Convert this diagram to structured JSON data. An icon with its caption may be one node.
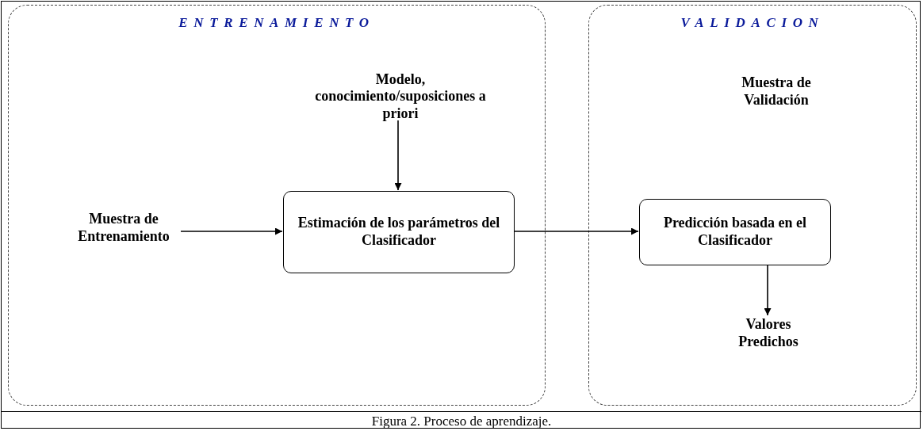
{
  "diagram": {
    "caption": "Figura 2. Proceso de aprendizaje.",
    "nodes": [
      {
        "text": [
          "ENTRENAMIENTO"
        ]
      },
      {
        "text": [
          "Modelo, conocimiento/suposiciones a priori"
        ],
        "in": 0
      },
      {
        "text": [
          "Muestra de Entrenamiento"
        ],
        "in": 0
      },
      {
        "text": [
          "Estimación de los parámetros del Clasificador"
        ],
        "in": 0
      },
      {
        "text": [
          "VALIDACION"
        ]
      },
      {
        "text": [
          "Muestra de Validación"
        ],
        "in": 4
      },
      {
        "text": [
          "Predicción basada en el Clasificador"
        ],
        "in": 4
      },
      {
        "text": [
          "Valores Predichos"
        ],
        "in": 4
      }
    ],
    "edges": [
      {
        "from": 1,
        "to": 3,
        "arrow": "to"
      },
      {
        "from": 2,
        "to": 3,
        "arrow": "to"
      },
      {
        "from": 3,
        "to": 6,
        "arrow": "to"
      },
      {
        "from": 6,
        "to": 7,
        "arrow": "to"
      }
    ]
  }
}
